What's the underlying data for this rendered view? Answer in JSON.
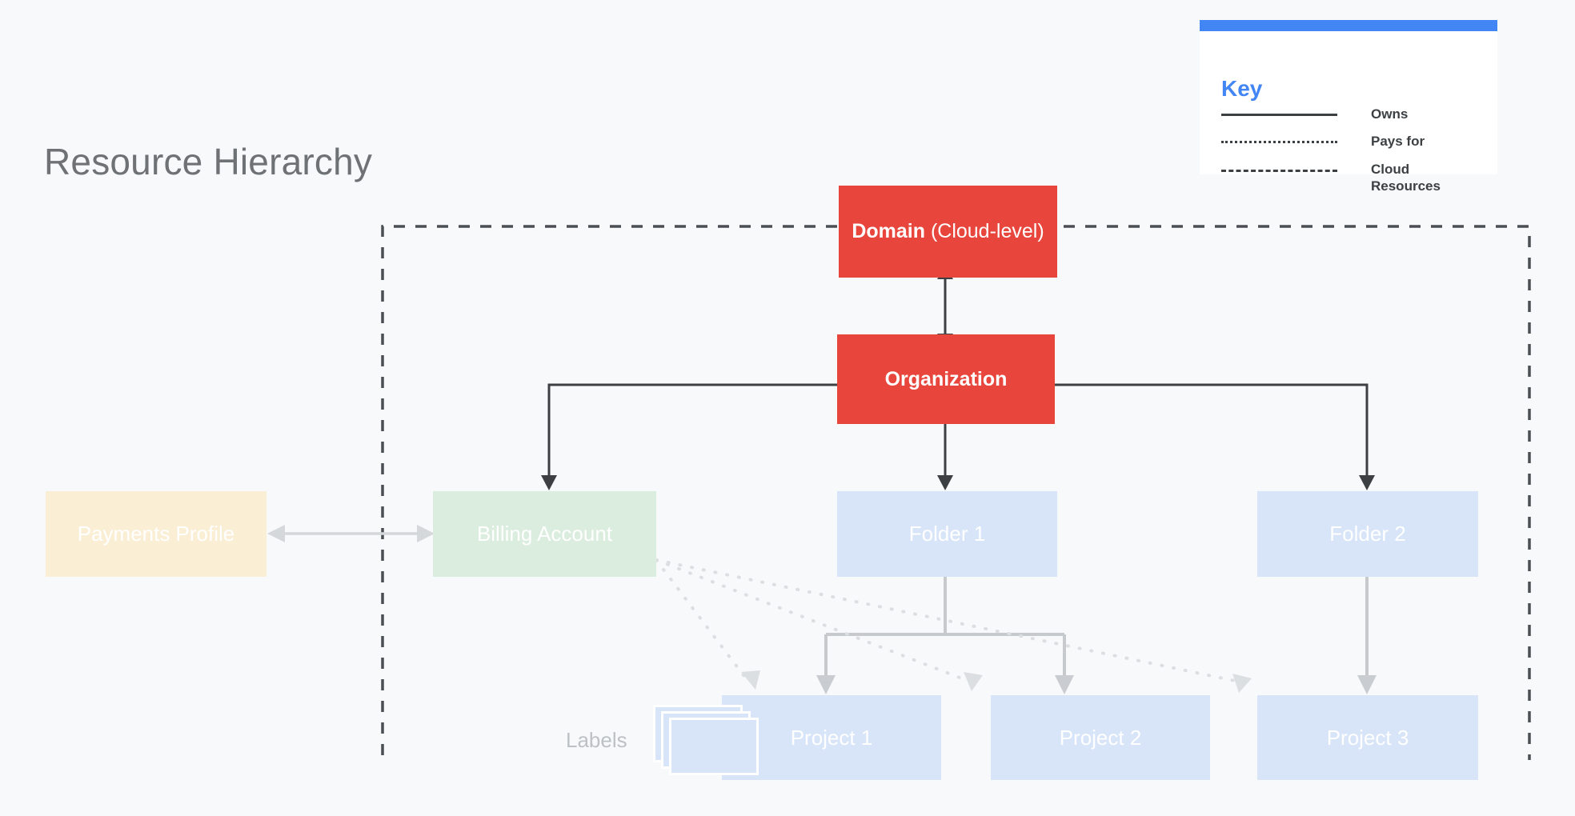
{
  "page": {
    "title": "Resource Hierarchy",
    "background_color": "#f7f9fa"
  },
  "key": {
    "heading": "Key",
    "accent_color": "#4285f4",
    "entries": [
      {
        "style": "solid",
        "label": "Owns"
      },
      {
        "style": "dotted",
        "label": "Pays for"
      },
      {
        "style": "dashed",
        "label": "Cloud\nResources"
      }
    ]
  },
  "nodes": {
    "domain": {
      "name_bold": "Domain",
      "name_rest": " (Cloud-level)",
      "color": "#e8453c"
    },
    "organization": {
      "label": "Organization",
      "color": "#e8453c"
    },
    "payments_profile": {
      "label": "Payments Profile",
      "color": "#faeed5"
    },
    "billing_account": {
      "label": "Billing Account",
      "color": "#dbeddf"
    },
    "folder1": {
      "label": "Folder 1",
      "color": "#d8e5f9"
    },
    "folder2": {
      "label": "Folder 2",
      "color": "#d8e5f9"
    },
    "project1": {
      "label": "Project 1",
      "color": "#d8e5f9"
    },
    "project2": {
      "label": "Project 2",
      "color": "#d8e5f9"
    },
    "project3": {
      "label": "Project 3",
      "color": "#d8e5f9"
    },
    "labels": {
      "label": "Labels",
      "color": "#d8e5f9"
    }
  },
  "edges": {
    "owns_color": "#3c4043",
    "child_color": "#c6cacd",
    "pays_for_color": "#d9dcde",
    "cloud_boundary_color": "#4a4f54"
  }
}
